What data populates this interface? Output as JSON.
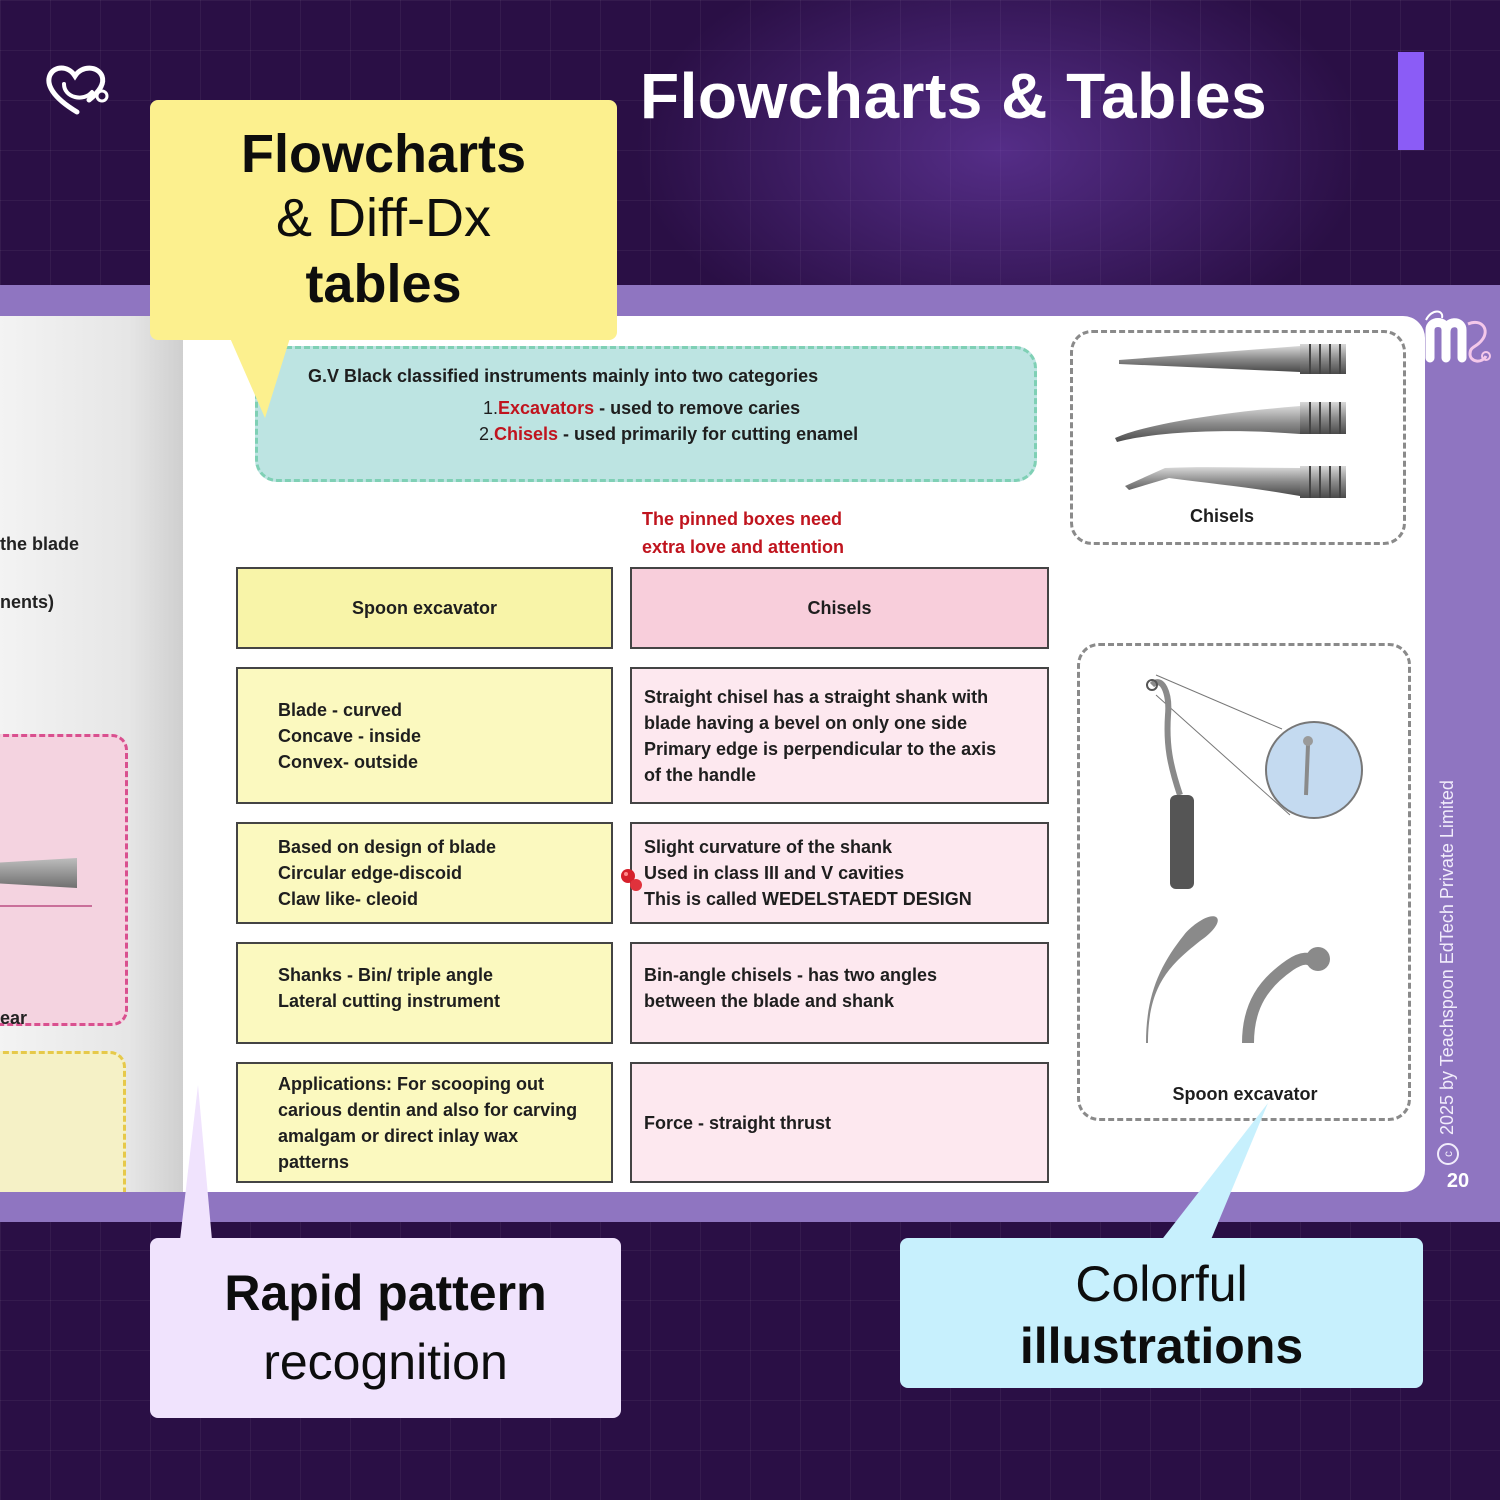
{
  "header": {
    "title": "Flowcharts & Tables"
  },
  "callouts": {
    "top": {
      "line1": "Flowcharts",
      "line2": "& Diff-Dx",
      "line3": "tables"
    },
    "bottom_left": {
      "line1": "Rapid pattern",
      "line2": "recognition"
    },
    "bottom_right": {
      "line1": "Colorful",
      "line2": "illustrations"
    }
  },
  "left_page": {
    "text1": "the blade",
    "text2": "nents)",
    "text3": "ear"
  },
  "page": {
    "intro": "G.V Black classified instruments mainly into two categories",
    "items": [
      {
        "num": "1.",
        "term": "Excavators",
        "desc": " - used to remove caries"
      },
      {
        "num": "2.",
        "term": "Chisels",
        "desc": " - used primarily for cutting enamel"
      }
    ],
    "note_line1": "The pinned boxes need",
    "note_line2": "extra love and attention",
    "table": {
      "headers": [
        "Spoon excavator",
        "Chisels"
      ],
      "rows": [
        {
          "left": [
            "Blade - curved",
            "Concave - inside",
            "Convex- outside"
          ],
          "right": [
            "Straight chisel has a straight shank with",
            "blade having a bevel on only one side",
            "Primary edge is perpendicular to the axis",
            "of the handle"
          ]
        },
        {
          "left": [
            "Based on design of blade",
            "Circular edge-discoid",
            "Claw like- cleoid"
          ],
          "right": [
            "Slight curvature of the shank",
            "Used in class III and V cavities",
            "This is called WEDELSTAEDT DESIGN"
          ]
        },
        {
          "left": [
            "Shanks - Bin/ triple angle",
            "Lateral cutting instrument"
          ],
          "right": [
            "Bin-angle chisels - has two angles",
            "between the blade and shank"
          ]
        },
        {
          "left": [
            "Applications:  For scooping out",
            "carious dentin and also for carving",
            "amalgam or direct inlay wax",
            "patterns"
          ],
          "right": [
            "Force - straight thrust"
          ]
        }
      ]
    },
    "illustrations": {
      "chisels_label": "Chisels",
      "spoon_label": "Spoon excavator"
    },
    "copyright": "2025 by Teachspoon EdTech Private Limited",
    "page_number": "20"
  },
  "colors": {
    "background": "#2a0f45",
    "accent": "#8b5cf6",
    "band": "#8f75c1",
    "highlight_red": "#c0141e"
  },
  "icons": [
    "heart-stethoscope-logo-icon",
    "brand-m-logo-icon",
    "push-pin-icon",
    "copyright-icon"
  ]
}
